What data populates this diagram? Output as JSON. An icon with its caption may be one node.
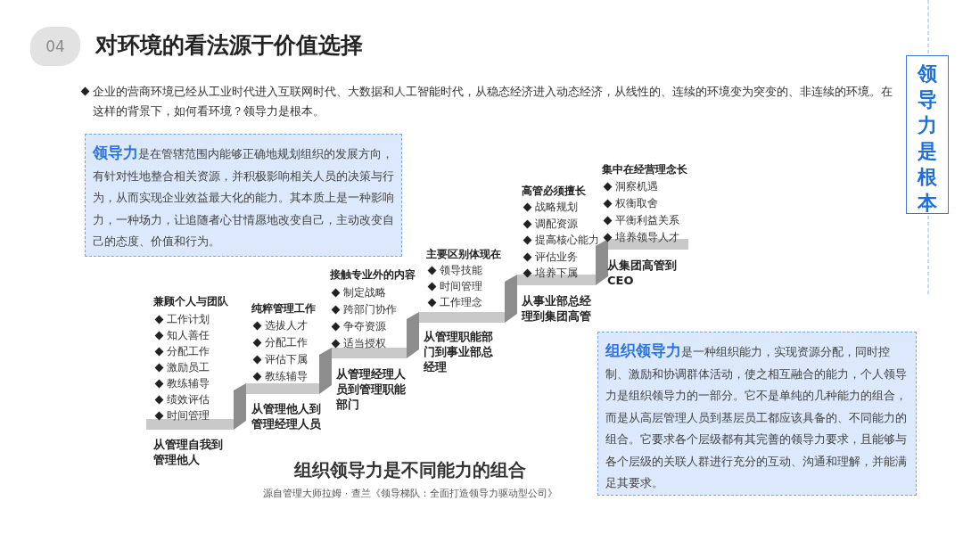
{
  "diagram": {
    "title": "对环境的看法源于价值选择",
    "caption": "组织领导力是不同能力的组合",
    "nodes": [
      {
        "text": [
          "04"
        ]
      },
      {
        "text": [
          "领导力是根本"
        ]
      },
      {
        "text": [
          "**领导力**是在管辖范围内能够正确地规划组织的发展方向，有针对性地整合相关资源，并积极影响相关人员的决策与行为，从而实现企业效益最大化的能力。其本质上是一种影响力，一种场力，让追随者心甘情愿地改变自己，主动改变自己的态度、价值和行为。"
        ]
      },
      {
        "text": [
          "**组织领导力**是一种组织能力，实现资源分配，同时控制、激励和协调群体活动，使之相互融合的能力，个人领导力是组织领导力的一部分。它不是单纯的几种能力的组合，而是从高层管理人员到基层员工都应该具备的、不同能力的组合。它要求各个层级都有其完善的领导力要求，且能够与各个层级的关联人群进行充分的互动、沟通和理解，并能满足其要求。"
        ]
      }
    ],
    "labels": [
      "企业的营商环境已经从工业时代进入互联网时代、大数据和人工智能时代，从稳态经济进入动态经济，从线性的、连续的环境变为突变的、非连续的环境。在这样的背景下，如何看环境？领导力是根本。",
      "兼顾个人与团队",
      "工作计划",
      "知人善任",
      "分配工作",
      "激励员工",
      "教练辅导",
      "绩效评估",
      "时间管理",
      "从管理自我到管理他人",
      "纯粹管理工作",
      "选拔人才",
      "分配工作",
      "评估下属",
      "教练辅导",
      "从管理他人到管理经理人员",
      "接触专业外的内容",
      "制定战略",
      "跨部门协作",
      "争夺资源",
      "适当授权",
      "从管理经理人员到管理职能部门",
      "主要区别体现在",
      "领导技能",
      "时间管理",
      "工作理念",
      "从管理职能部门到事业部总经理",
      "高管必须擅长",
      "战略规划",
      "调配资源",
      "提高核心能力",
      "评估业务",
      "培养下属",
      "从事业部总经理到集团高管",
      "集中在经营理念长",
      "洞察机遇",
      "权衡取舍",
      "平衡利益关系",
      "培养领导人才",
      "从集团高管到CEO",
      "源自管理大师拉姆 · 查兰《领导梯队：全面打造领导力驱动型公司》"
    ]
  }
}
